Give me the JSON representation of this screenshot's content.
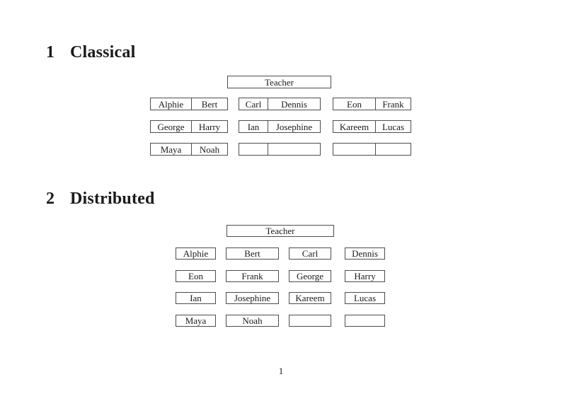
{
  "document": {
    "page_number": "1"
  },
  "classical": {
    "number": "1",
    "title": "Classical",
    "teacher_label": "Teacher",
    "desks": [
      {
        "cells": [
          "Alphie",
          "Bert"
        ]
      },
      {
        "cells": [
          "Carl",
          "Dennis"
        ]
      },
      {
        "cells": [
          "Eon",
          "Frank"
        ]
      },
      {
        "cells": [
          "George",
          "Harry"
        ]
      },
      {
        "cells": [
          "Ian",
          "Josephine"
        ]
      },
      {
        "cells": [
          "Kareem",
          "Lucas"
        ]
      },
      {
        "cells": [
          "Maya",
          "Noah"
        ]
      },
      {
        "cells": [
          "",
          ""
        ]
      },
      {
        "cells": [
          "",
          ""
        ]
      }
    ]
  },
  "distributed": {
    "number": "2",
    "title": "Distributed",
    "teacher_label": "Teacher",
    "seats": [
      "Alphie",
      "Bert",
      "Carl",
      "Dennis",
      "Eon",
      "Frank",
      "George",
      "Harry",
      "Ian",
      "Josephine",
      "Kareem",
      "Lucas",
      "Maya",
      "Noah",
      "",
      ""
    ]
  }
}
